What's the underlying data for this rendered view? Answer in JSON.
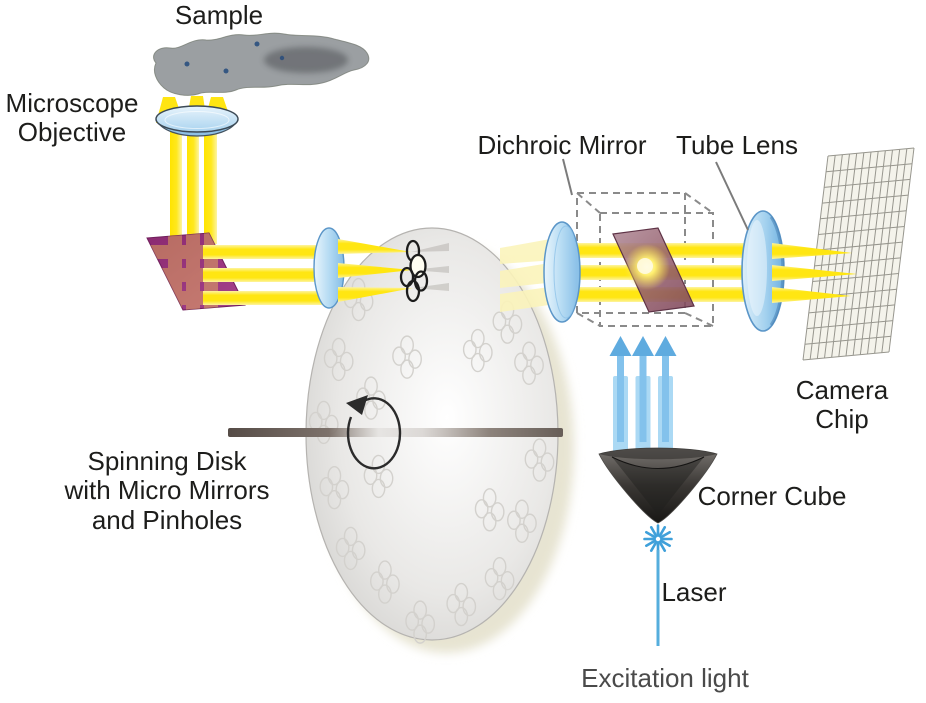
{
  "figure": {
    "title": "Spinning disk confocal microscope light path diagram",
    "background": "#ffffff"
  },
  "labels": {
    "sample": "Sample",
    "microscope_objective": "Microscope\nObjective",
    "dichroic_mirror": "Dichroic Mirror",
    "tube_lens": "Tube Lens",
    "camera_chip": "Camera Chip",
    "spinning_disk": "Spinning Disk\nwith Micro Mirrors\nand Pinholes",
    "corner_cube": "Corner Cube",
    "laser": "Laser",
    "excitation_light": "Excitation light"
  },
  "colors": {
    "beam_yellow": "#ffe612",
    "beam_pale_yellow": "#fdf4a0",
    "fold_mirror_purple": "#952e7d",
    "dichroic_mauve": "#96616f",
    "dichroic_glow": "#fff3a0",
    "lens_blue": "#b5dbf3",
    "lens_outline": "#5b96c8",
    "excitation_column_blue": "#abd9f4",
    "excitation_arrow_blue": "#5fabdf",
    "laser_blue": "#3fa0da",
    "disk_gray": "#d9d8d6",
    "corner_cube_dark": "#2c2a28",
    "label_text": "#1d1d1b",
    "muted_text": "#4a4a4a",
    "leader_line": "#7b7b7b",
    "grid_line": "#97968e"
  },
  "components": [
    {
      "id": "sample"
    },
    {
      "id": "microscope-objective"
    },
    {
      "id": "fold-mirror"
    },
    {
      "id": "relay-lens-left"
    },
    {
      "id": "spinning-disk"
    },
    {
      "id": "micro-mirror-cluster"
    },
    {
      "id": "disk-axis-rod"
    },
    {
      "id": "rotation-arrow"
    },
    {
      "id": "relay-lens-right"
    },
    {
      "id": "dichroic-cube"
    },
    {
      "id": "dichroic-mirror"
    },
    {
      "id": "tube-lens"
    },
    {
      "id": "camera-chip"
    },
    {
      "id": "excitation-arrows"
    },
    {
      "id": "corner-cube"
    },
    {
      "id": "laser-star"
    },
    {
      "id": "laser-beam"
    }
  ]
}
